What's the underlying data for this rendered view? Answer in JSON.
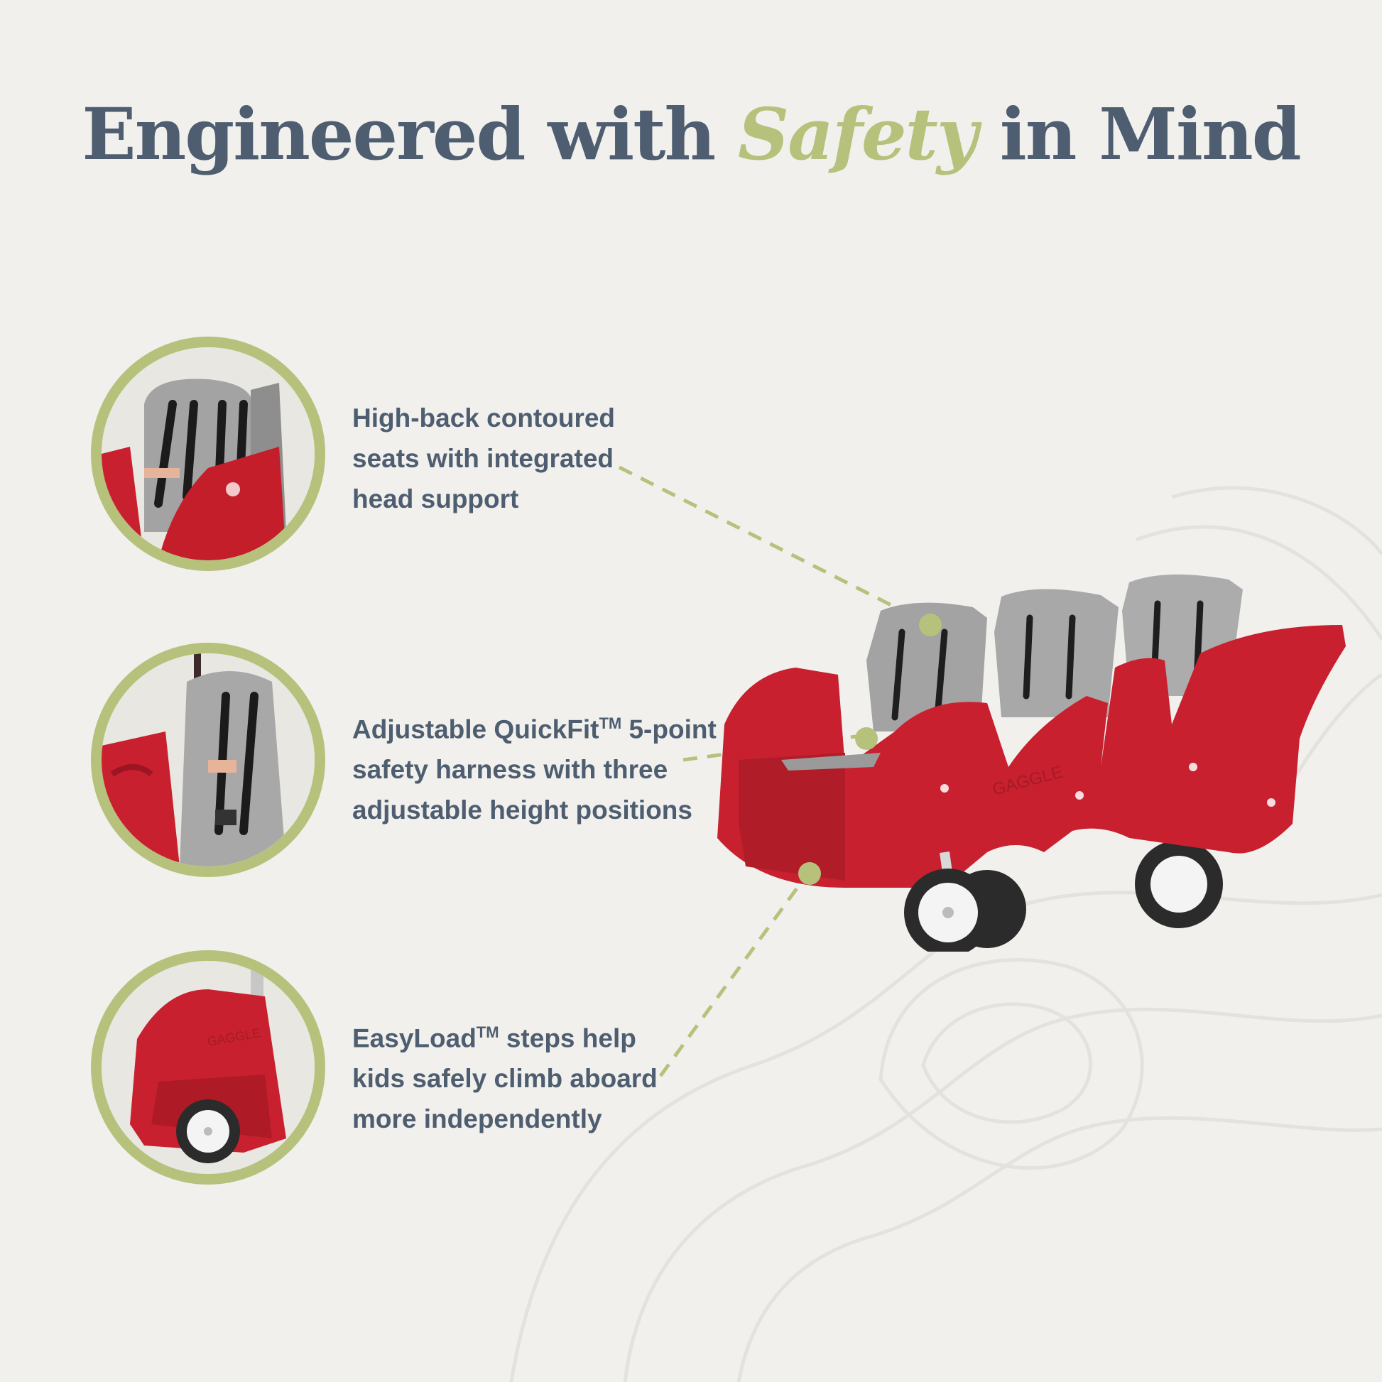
{
  "title": {
    "before": "Engineered with",
    "accent": "Safety",
    "after": "in Mind"
  },
  "features": [
    {
      "lines": [
        "High-back contoured",
        "seats with integrated",
        "head support"
      ]
    },
    {
      "line1_pre": "Adjustable QuickFit",
      "line1_tm": "TM",
      "line1_post": " 5-point",
      "line2": "safety harness with three",
      "line3": "adjustable height positions"
    },
    {
      "line1_pre": "EasyLoad",
      "line1_tm": "TM",
      "line1_post": " steps help",
      "line2": "kids safely climb aboard",
      "line3": "more independently"
    }
  ],
  "product": {
    "brand_mark": "GAGGLE"
  },
  "colors": {
    "background": "#f1f0ed",
    "title": "#4e5e70",
    "accent": "#b6c27c",
    "body_text": "#4e5e70",
    "stroller_red": "#c8202e",
    "seat_gray": "#9a9a9a"
  },
  "icons": [
    "callout-dot-icon",
    "dashed-leader-line"
  ]
}
